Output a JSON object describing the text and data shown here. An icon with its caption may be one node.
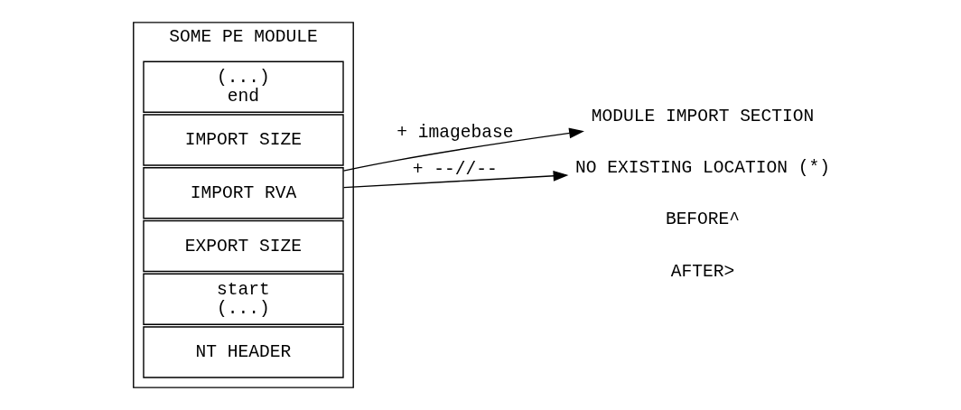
{
  "diagram": {
    "nodes": [
      {
        "text": [
          "SOME PE MODULE"
        ]
      },
      {
        "text": [
          "NT HEADER"
        ],
        "in": 0
      },
      {
        "text": [
          "start",
          "(...)"
        ],
        "in": 0
      },
      {
        "text": [
          "EXPORT SIZE"
        ],
        "in": 0
      },
      {
        "text": [
          "IMPORT RVA"
        ],
        "in": 0
      },
      {
        "text": [
          "IMPORT SIZE"
        ],
        "in": 0
      },
      {
        "text": [
          "(...)",
          "end"
        ],
        "in": 0
      },
      {
        "text": [
          "MODULE IMPORT SECTION"
        ]
      },
      {
        "text": [
          "NO EXISTING LOCATION (*)"
        ]
      }
    ],
    "edges": [
      {
        "from": 4,
        "to": 7,
        "arrow": "to",
        "label": "+ imagebase"
      },
      {
        "from": 4,
        "to": 8,
        "arrow": "to",
        "label": "+ --//--"
      }
    ],
    "labels": [
      "BEFORE^",
      "AFTER>"
    ]
  }
}
